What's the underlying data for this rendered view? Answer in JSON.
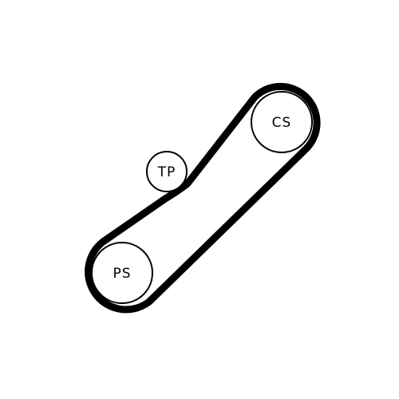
{
  "diagram": {
    "type": "belt-routing",
    "line_color": "#000000",
    "background": "#ffffff",
    "pulleys": [
      {
        "id": "cs",
        "label": "CS"
      },
      {
        "id": "tp",
        "label": "TP"
      },
      {
        "id": "ps",
        "label": "PS"
      }
    ]
  }
}
